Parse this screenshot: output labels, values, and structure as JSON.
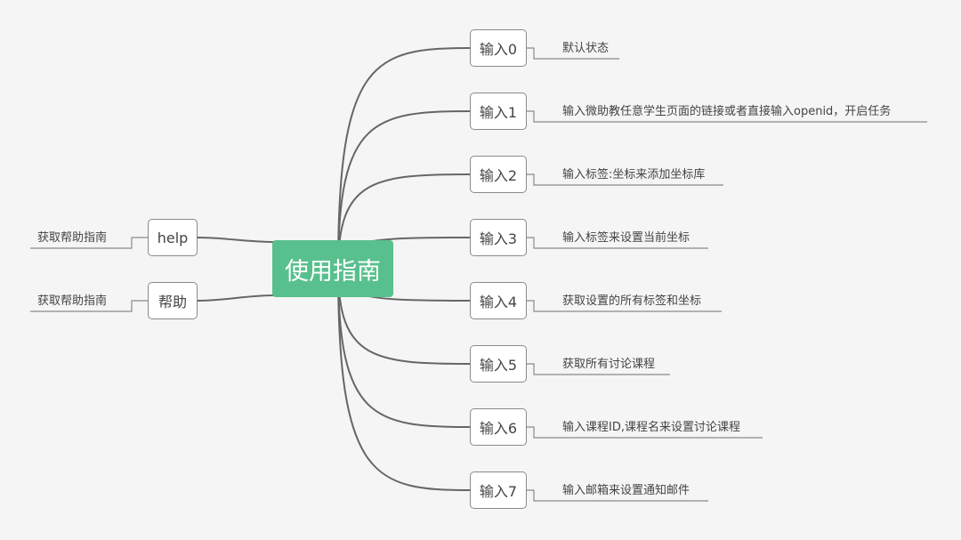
{
  "center": {
    "label": "使用指南"
  },
  "left_branches": [
    {
      "label": "help",
      "detail": "获取帮助指南"
    },
    {
      "label": "帮助",
      "detail": "获取帮助指南"
    }
  ],
  "right_branches": [
    {
      "label": "输入0",
      "detail": "默认状态"
    },
    {
      "label": "输入1",
      "detail": "输入微助教任意学生页面的链接或者直接输入openid，开启任务"
    },
    {
      "label": "输入2",
      "detail": "输入标签:坐标来添加坐标库"
    },
    {
      "label": "输入3",
      "detail": "输入标签来设置当前坐标"
    },
    {
      "label": "输入4",
      "detail": "获取设置的所有标签和坐标"
    },
    {
      "label": "输入5",
      "detail": "获取所有讨论课程"
    },
    {
      "label": "输入6",
      "detail": "输入课程ID,课程名来设置讨论课程"
    },
    {
      "label": "输入7",
      "detail": "输入邮箱来设置通知邮件"
    }
  ],
  "colors": {
    "center_fill": "#58c08d",
    "center_text": "#ffffff",
    "line": "#666666",
    "node_border": "#8a8a8a",
    "background": "#f5f5f5"
  }
}
